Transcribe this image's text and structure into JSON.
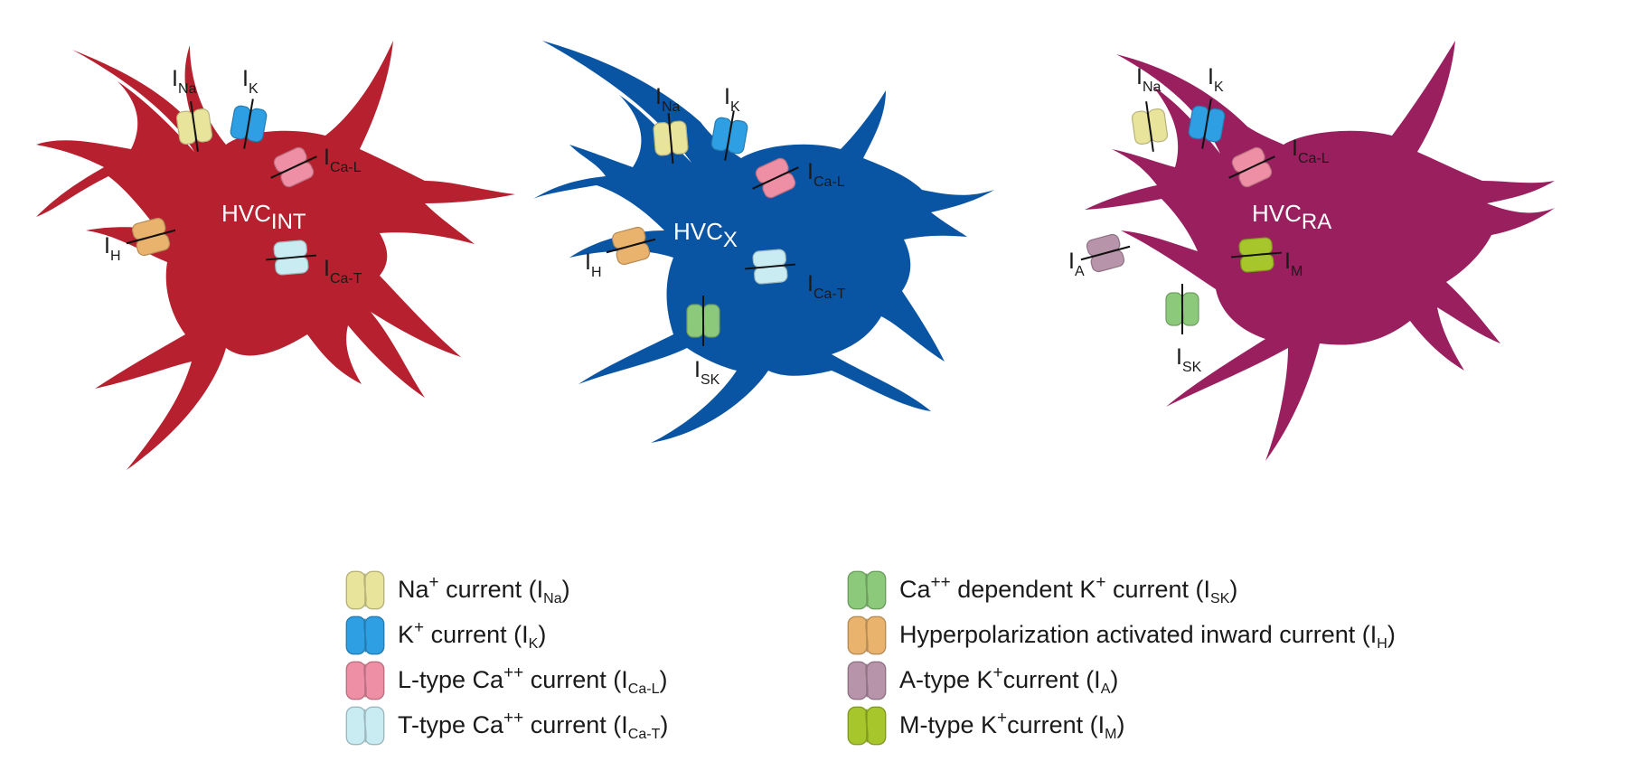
{
  "colors": {
    "hvc_int": "#b7202e",
    "hvc_x": "#0a55a3",
    "hvc_ra": "#991f5f",
    "na": "#e9e49b",
    "k": "#2e9fe3",
    "ca_l": "#ef8fa5",
    "ca_t": "#c9ecf2",
    "sk": "#8cc97a",
    "h": "#e9b36e",
    "a": "#b794aa",
    "m": "#a7c62c"
  },
  "neurons": [
    {
      "id": "hvc_int",
      "name_main": "HVC",
      "name_sub": "INT",
      "channels": [
        {
          "type": "na",
          "label": "I",
          "sub": "Na"
        },
        {
          "type": "k",
          "label": "I",
          "sub": "K"
        },
        {
          "type": "ca_l",
          "label": "I",
          "sub": "Ca-L"
        },
        {
          "type": "h",
          "label": "I",
          "sub": "H"
        },
        {
          "type": "ca_t",
          "label": "I",
          "sub": "Ca-T"
        }
      ]
    },
    {
      "id": "hvc_x",
      "name_main": "HVC",
      "name_sub": "X",
      "channels": [
        {
          "type": "na",
          "label": "I",
          "sub": "Na"
        },
        {
          "type": "k",
          "label": "I",
          "sub": "K"
        },
        {
          "type": "ca_l",
          "label": "I",
          "sub": "Ca-L"
        },
        {
          "type": "h",
          "label": "I",
          "sub": "H"
        },
        {
          "type": "ca_t",
          "label": "I",
          "sub": "Ca-T"
        },
        {
          "type": "sk",
          "label": "I",
          "sub": "SK"
        }
      ]
    },
    {
      "id": "hvc_ra",
      "name_main": "HVC",
      "name_sub": "RA",
      "channels": [
        {
          "type": "na",
          "label": "I",
          "sub": "Na"
        },
        {
          "type": "k",
          "label": "I",
          "sub": "K"
        },
        {
          "type": "ca_l",
          "label": "I",
          "sub": "Ca-L"
        },
        {
          "type": "a",
          "label": "I",
          "sub": "A"
        },
        {
          "type": "m",
          "label": "I",
          "sub": "M"
        },
        {
          "type": "sk",
          "label": "I",
          "sub": "SK"
        }
      ]
    }
  ],
  "legend": {
    "left": [
      {
        "type": "na",
        "pre": "Na",
        "sup": "+",
        "post": " current (I",
        "sub": "Na",
        "close": ")"
      },
      {
        "type": "k",
        "pre": "K",
        "sup": "+",
        "post": " current (I",
        "sub": "K",
        "close": ")"
      },
      {
        "type": "ca_l",
        "pre": "L-type Ca",
        "sup": "++",
        "post": " current (I",
        "sub": "Ca-L",
        "close": ")"
      },
      {
        "type": "ca_t",
        "pre": "T-type Ca",
        "sup": "++",
        "post": " current (I",
        "sub": "Ca-T",
        "close": ")"
      }
    ],
    "right": [
      {
        "type": "sk",
        "pre": "Ca",
        "sup": "++",
        "post": " dependent K",
        "sup2": "+",
        "post2": " current (I",
        "sub": "SK",
        "close": ")"
      },
      {
        "type": "h",
        "pre": "Hyperpolarization activated inward current (I",
        "sub": "H",
        "close": ")"
      },
      {
        "type": "a",
        "pre": "A-type K",
        "sup": "+",
        "post": "current (I",
        "sub": "A",
        "close": ")"
      },
      {
        "type": "m",
        "pre": "M-type K",
        "sup": "+",
        "post": "current (I",
        "sub": "M",
        "close": ")"
      }
    ]
  }
}
